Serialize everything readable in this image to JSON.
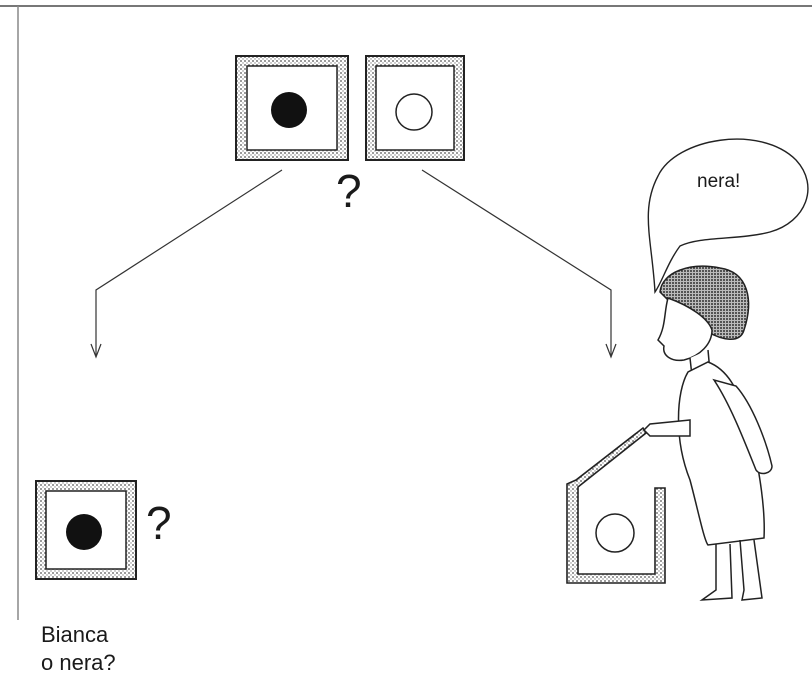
{
  "diagram": {
    "question_top": "?",
    "question_bottom": "?",
    "speech_bubble": "nera!",
    "caption_line1": "Bianca",
    "caption_line2": "o nera?"
  }
}
